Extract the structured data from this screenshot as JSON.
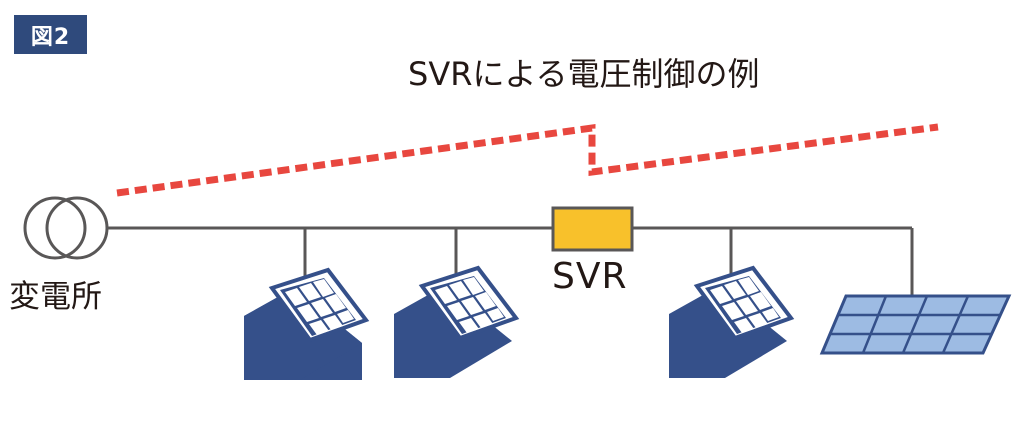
{
  "figure_label": "図2",
  "title": "SVRによる電圧制御の例",
  "svr_label": "SVR",
  "substation_label": "変電所",
  "colors": {
    "badge": "#2f4a7c",
    "line": "#595757",
    "voltage": "#e8473f",
    "svr_fill": "#f8c12b",
    "house": "#35508a",
    "panel_frame": "#35508a",
    "panel_cell": "#9dbbe3"
  },
  "icons": [
    "transformer-icon",
    "house-solar-icon",
    "svr-device-icon",
    "solar-farm-icon"
  ]
}
